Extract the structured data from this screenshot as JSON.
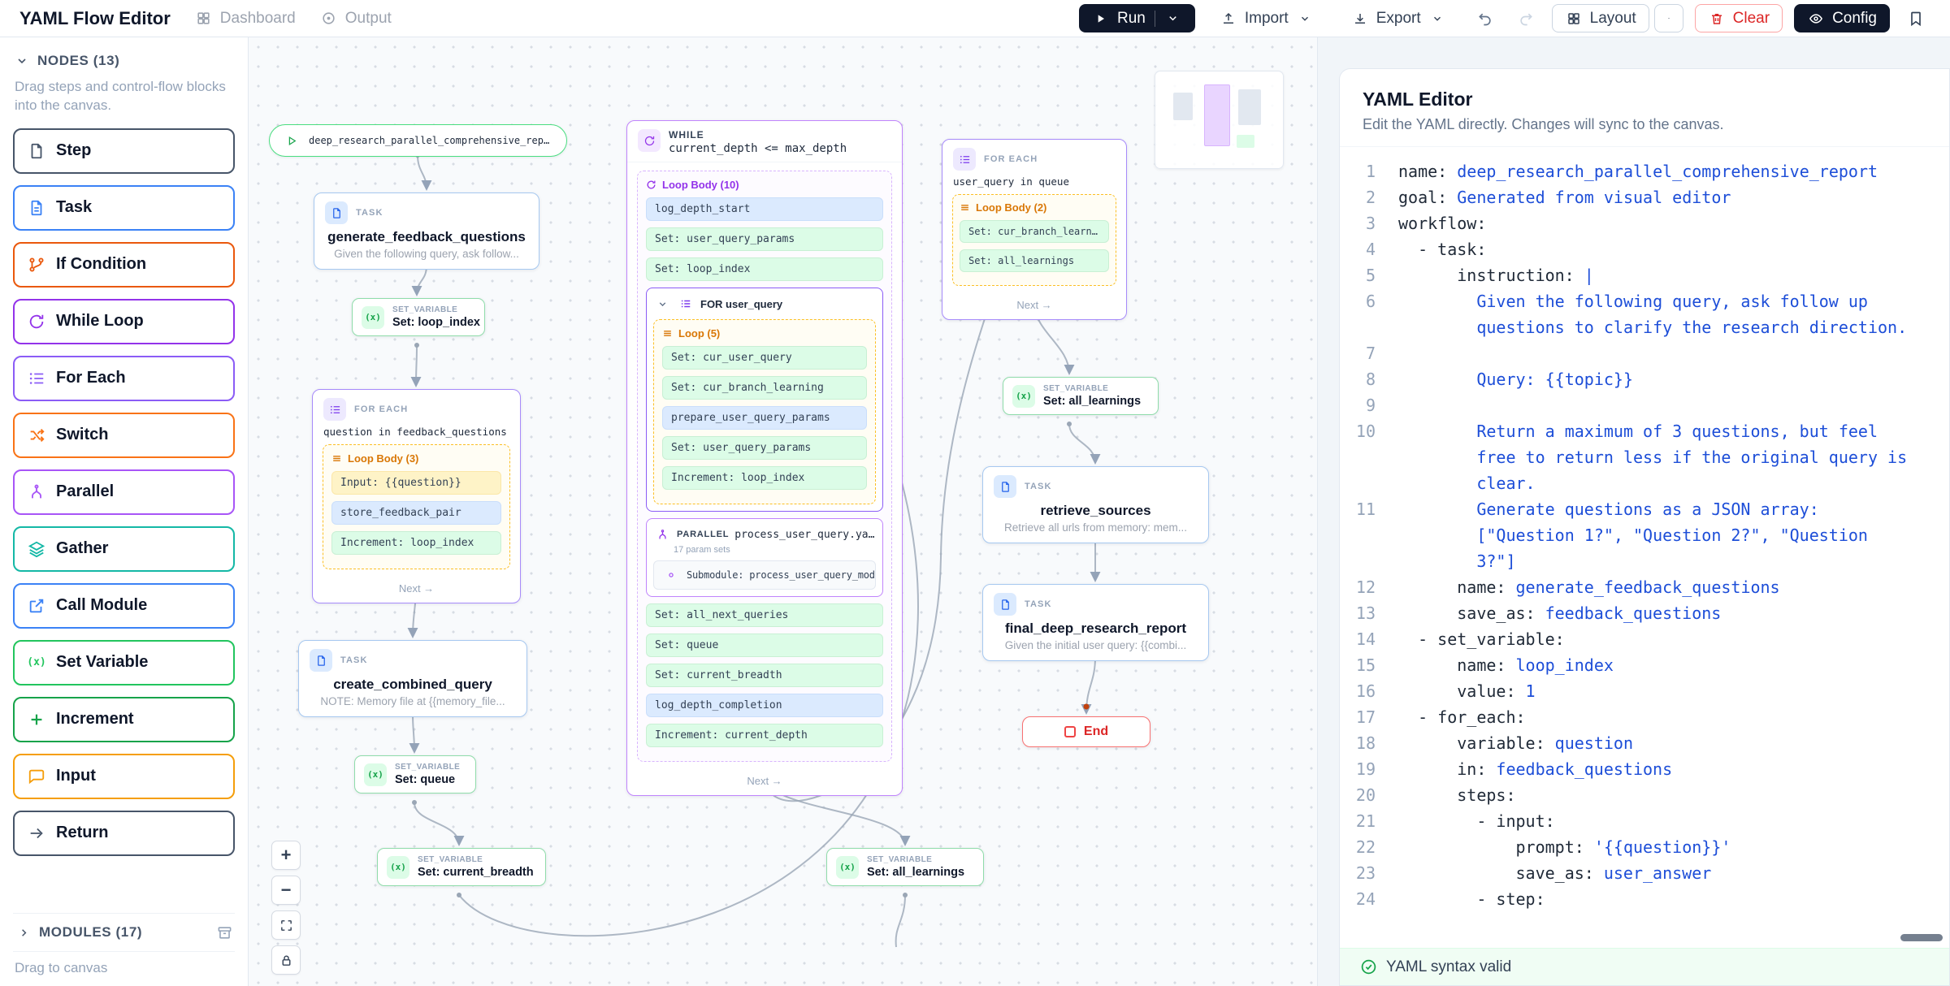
{
  "topbar": {
    "title": "YAML Flow Editor",
    "tab_dashboard": "Dashboard",
    "tab_output": "Output",
    "run_label": "Run",
    "import_label": "Import",
    "export_label": "Export",
    "layout_label": "Layout",
    "clear_label": "Clear",
    "config_label": "Config"
  },
  "sidebar": {
    "nodes_header": "NODES (13)",
    "description": "Drag steps and control-flow blocks into the canvas.",
    "items": [
      {
        "label": "Step",
        "color": "#475569"
      },
      {
        "label": "Task",
        "color": "#3b82f6"
      },
      {
        "label": "If Condition",
        "color": "#ea580c"
      },
      {
        "label": "While Loop",
        "color": "#9333ea"
      },
      {
        "label": "For Each",
        "color": "#8b5cf6"
      },
      {
        "label": "Switch",
        "color": "#f97316"
      },
      {
        "label": "Parallel",
        "color": "#a855f7"
      },
      {
        "label": "Gather",
        "color": "#14b8a6"
      },
      {
        "label": "Call Module",
        "color": "#3b82f6"
      },
      {
        "label": "Set Variable",
        "color": "#22c55e"
      },
      {
        "label": "Increment",
        "color": "#16a34a"
      },
      {
        "label": "Input",
        "color": "#f59e0b"
      },
      {
        "label": "Return",
        "color": "#475569"
      }
    ],
    "modules_header": "MODULES (17)",
    "footer": "Drag to canvas"
  },
  "canvas": {
    "start": {
      "label": "deep_research_parallel_comprehensive_report"
    },
    "task_generate": {
      "type": "TASK",
      "name": "generate_feedback_questions",
      "desc": "Given the following query, ask follow..."
    },
    "set_loop_index": {
      "type": "SET_VARIABLE",
      "name": "Set: loop_index"
    },
    "foreach_feedback": {
      "type": "FOR EACH",
      "title": "question in feedback_questions",
      "loop_header": "Loop Body (3)",
      "rows": [
        {
          "label": "Input: {{question}}",
          "kind": "input"
        },
        {
          "label": "store_feedback_pair",
          "kind": "task"
        },
        {
          "label": "Increment: loop_index",
          "kind": "set"
        }
      ],
      "next": "Next →"
    },
    "task_create": {
      "type": "TASK",
      "name": "create_combined_query",
      "desc": "NOTE: Memory file at {{memory_file..."
    },
    "set_queue": {
      "type": "SET_VARIABLE",
      "name": "Set: queue"
    },
    "set_current_breadth": {
      "type": "SET_VARIABLE",
      "name": "Set: current_breadth"
    },
    "while_loop": {
      "type": "WHILE",
      "title": "current_depth <= max_depth",
      "loop_header": "Loop Body (10)",
      "rows_top": [
        {
          "label": "log_depth_start",
          "kind": "task"
        },
        {
          "label": "Set: user_query_params",
          "kind": "set"
        },
        {
          "label": "Set: loop_index",
          "kind": "set"
        }
      ],
      "for_block": {
        "title": "FOR user_query",
        "loop_header": "Loop (5)",
        "rows": [
          {
            "label": "Set: cur_user_query",
            "kind": "set"
          },
          {
            "label": "Set: cur_branch_learning",
            "kind": "set"
          },
          {
            "label": "prepare_user_query_params",
            "kind": "task"
          },
          {
            "label": "Set: user_query_params",
            "kind": "set"
          },
          {
            "label": "Increment: loop_index",
            "kind": "set"
          }
        ]
      },
      "parallel_block": {
        "type": "PARALLEL",
        "name": "process_user_query.yaml",
        "meta": "17 param sets",
        "submodule": "Submodule: process_user_query_module"
      },
      "rows_bottom": [
        {
          "label": "Set: all_next_queries",
          "kind": "set"
        },
        {
          "label": "Set: queue",
          "kind": "set"
        },
        {
          "label": "Set: current_breadth",
          "kind": "set"
        },
        {
          "label": "log_depth_completion",
          "kind": "task"
        },
        {
          "label": "Increment: current_depth",
          "kind": "set"
        }
      ],
      "next": "Next →"
    },
    "foreach_queue": {
      "type": "FOR EACH",
      "title": "user_query in queue",
      "loop_header": "Loop Body (2)",
      "rows": [
        {
          "label": "Set: cur_branch_learning",
          "kind": "set"
        },
        {
          "label": "Set: all_learnings",
          "kind": "set"
        }
      ],
      "next": "Next →"
    },
    "set_all_learnings_right": {
      "type": "SET_VARIABLE",
      "name": "Set: all_learnings"
    },
    "task_retrieve": {
      "type": "TASK",
      "name": "retrieve_sources",
      "desc": "Retrieve all urls from memory: mem..."
    },
    "task_final": {
      "type": "TASK",
      "name": "final_deep_research_report",
      "desc": "Given the initial user query: {{combi..."
    },
    "end": {
      "label": "End"
    },
    "set_all_learnings_bottom": {
      "type": "SET_VARIABLE",
      "name": "Set: all_learnings"
    }
  },
  "yaml_editor": {
    "title": "YAML Editor",
    "subtitle": "Edit the YAML directly. Changes will sync to the canvas.",
    "status": "YAML syntax valid",
    "lines": [
      {
        "n": "1",
        "ind": 0,
        "k": "name:",
        "v": " deep_research_parallel_comprehensive_report"
      },
      {
        "n": "2",
        "ind": 0,
        "k": "goal:",
        "v": " Generated from visual editor"
      },
      {
        "n": "3",
        "ind": 0,
        "k": "workflow:",
        "v": ""
      },
      {
        "n": "4",
        "ind": 2,
        "k": "- task:",
        "v": ""
      },
      {
        "n": "5",
        "ind": 6,
        "k": "instruction:",
        "v": " |"
      },
      {
        "n": "6",
        "ind": 8,
        "k": "",
        "v": "Given the following query, ask follow up questions to clarify the research direction."
      },
      {
        "n": "7",
        "ind": 8,
        "k": "",
        "v": ""
      },
      {
        "n": "8",
        "ind": 8,
        "k": "",
        "v": "Query: {{topic}}"
      },
      {
        "n": "9",
        "ind": 8,
        "k": "",
        "v": ""
      },
      {
        "n": "10",
        "ind": 8,
        "k": "",
        "v": "Return a maximum of 3 questions, but feel free to return less if the original query is clear."
      },
      {
        "n": "11",
        "ind": 8,
        "k": "",
        "v": "Generate questions as a JSON array: [\"Question 1?\", \"Question 2?\", \"Question 3?\"]"
      },
      {
        "n": "12",
        "ind": 6,
        "k": "name:",
        "v": " generate_feedback_questions"
      },
      {
        "n": "13",
        "ind": 6,
        "k": "save_as:",
        "v": " feedback_questions"
      },
      {
        "n": "14",
        "ind": 2,
        "k": "- set_variable:",
        "v": ""
      },
      {
        "n": "15",
        "ind": 6,
        "k": "name:",
        "v": " loop_index"
      },
      {
        "n": "16",
        "ind": 6,
        "k": "value:",
        "v": " 1"
      },
      {
        "n": "17",
        "ind": 2,
        "k": "- for_each:",
        "v": ""
      },
      {
        "n": "18",
        "ind": 6,
        "k": "variable:",
        "v": " question"
      },
      {
        "n": "19",
        "ind": 6,
        "k": "in:",
        "v": " feedback_questions"
      },
      {
        "n": "20",
        "ind": 6,
        "k": "steps:",
        "v": ""
      },
      {
        "n": "21",
        "ind": 8,
        "k": "- input:",
        "v": ""
      },
      {
        "n": "22",
        "ind": 12,
        "k": "prompt:",
        "v": " '{{question}}'"
      },
      {
        "n": "23",
        "ind": 12,
        "k": "save_as:",
        "v": " user_answer"
      },
      {
        "n": "24",
        "ind": 8,
        "k": "- step:",
        "v": ""
      }
    ]
  },
  "colors": {
    "accent_dark": "#0f172a",
    "danger": "#dc2626",
    "valid_green": "#16a34a",
    "edge_gray": "#94a3b8"
  }
}
